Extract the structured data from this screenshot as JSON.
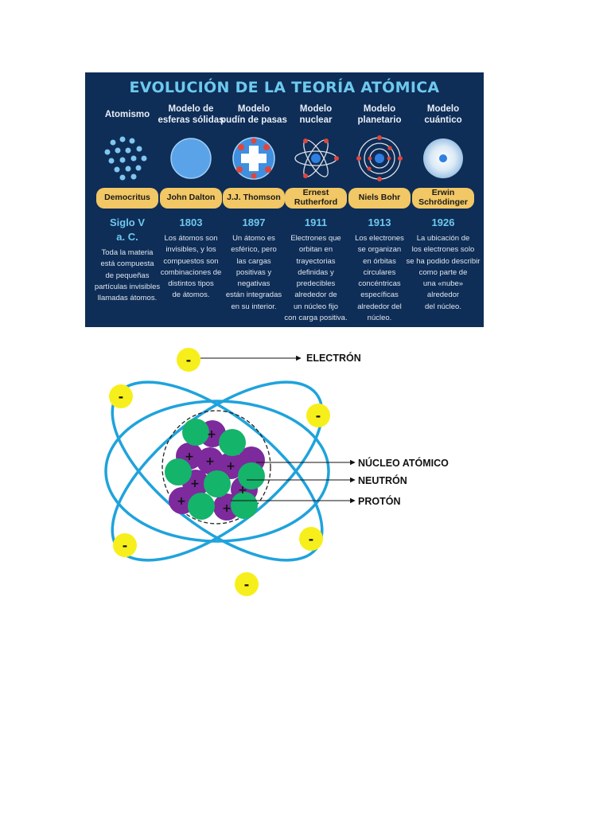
{
  "infographic": {
    "title": "EVOLUCIÓN DE LA TEORÍA ATÓMICA",
    "columns": [
      {
        "model": "Atomismo",
        "scientist": "Democritus",
        "year": "Siglo V\na. C.",
        "description": "Toda la materia\nestá compuesta\nde pequeñas\npartículas invisibles\nllamadas átomos."
      },
      {
        "model": "Modelo de\nesferas sólidas",
        "scientist": "John Dalton",
        "year": "1803",
        "description": "Los átomos son\ninvisibles, y los\ncompuestos son\ncombinaciones de\ndistintos tipos\nde átomos."
      },
      {
        "model": "Modelo\npudín de pasas",
        "scientist": "J.J. Thomson",
        "year": "1897",
        "description": "Un átomo es\nesférico, pero\nlas cargas\npositivas y\nnegativas\nestán integradas\nen su interior."
      },
      {
        "model": "Modelo\nnuclear",
        "scientist": "Ernest\nRutherford",
        "year": "1911",
        "description": "Electrones que\norbitan en\ntrayectorias\ndefinidas y\npredecibles\nalrededor de\nun núcleo fijo\ncon carga positiva."
      },
      {
        "model": "Modelo\nplanetario",
        "scientist": "Niels Bohr",
        "year": "1913",
        "description": "Los electrones\nse organizan\nen órbitas\ncirculares\nconcéntricas\nespecíficas\nalrededor del\nnúcleo."
      },
      {
        "model": "Modelo\ncuántico",
        "scientist": "Erwin\nSchrödinger",
        "year": "1926",
        "description": "La ubicación de\nlos electrones solo\nse ha podido describir\ncomo parte de\nuna «nube»\nalrededor\ndel núcleo."
      }
    ]
  },
  "atom": {
    "labels": {
      "electron": "ELECTRÓN",
      "nucleus": "NÚCLEO ATÓMICO",
      "neutron": "NEUTRÓN",
      "proton": "PROTÓN"
    },
    "electron_sign": "-",
    "proton_sign": "+",
    "colors": {
      "orbit": "#1fa3dc",
      "electron": "#f7ef1b",
      "proton": "#7d2a9c",
      "neutron": "#14b46b",
      "panel": "#0e2d57",
      "accent": "#6ec9ee",
      "badge": "#f2c765"
    }
  }
}
